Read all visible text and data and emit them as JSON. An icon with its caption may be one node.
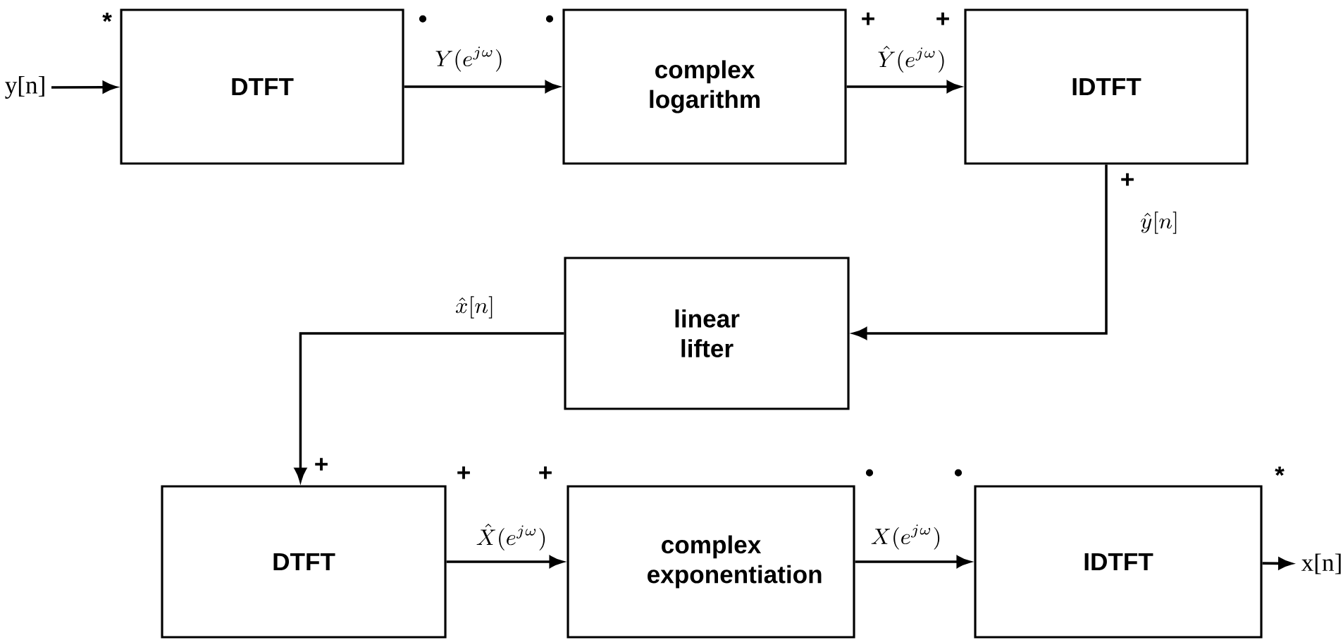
{
  "diagram": {
    "nodes": [
      {
        "text": [
          "y[n]"
        ]
      },
      {
        "text": [
          "DTFT"
        ]
      },
      {
        "text": [
          "complex logarithm"
        ]
      },
      {
        "text": [
          "IDTFT"
        ]
      },
      {
        "text": [
          "linear lifter"
        ]
      },
      {
        "text": [
          "DTFT"
        ]
      },
      {
        "text": [
          "complex exponentiation"
        ]
      },
      {
        "text": [
          "IDTFT"
        ]
      },
      {
        "text": [
          "x[n]"
        ]
      }
    ],
    "edges": [
      {
        "from": 0,
        "to": 1,
        "arrow": "to"
      },
      {
        "from": 1,
        "to": 2,
        "arrow": "to",
        "label": "Y(e^{j\\omega})"
      },
      {
        "from": 2,
        "to": 3,
        "arrow": "to",
        "label": "\\hat{Y}(e^{j\\omega})"
      },
      {
        "from": 3,
        "to": 4,
        "arrow": "to",
        "label": "\\hat{y}[n]"
      },
      {
        "from": 4,
        "to": 5,
        "arrow": "to",
        "label": "\\hat{x}[n]"
      },
      {
        "from": 5,
        "to": 6,
        "arrow": "to",
        "label": "\\hat{X}(e^{j\\omega})"
      },
      {
        "from": 6,
        "to": 7,
        "arrow": "to",
        "label": "X(e^{j\\omega})"
      },
      {
        "from": 7,
        "to": 8,
        "arrow": "to"
      }
    ],
    "labels": [
      "*",
      "•",
      "•",
      "+",
      "+",
      "+",
      "+",
      "+",
      "+",
      "•",
      "•",
      "*"
    ]
  }
}
